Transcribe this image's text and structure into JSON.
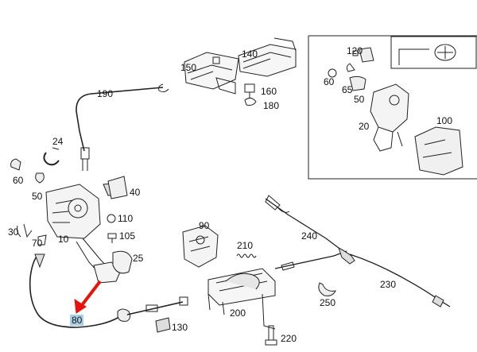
{
  "labels": {
    "l10": "10",
    "l20": "20",
    "l24": "24",
    "l25": "25",
    "l30": "30",
    "l40": "40",
    "l50a": "50",
    "l50b": "50",
    "l60a": "60",
    "l60b": "60",
    "l65": "65",
    "l70": "70",
    "l80": "80",
    "l90": "90",
    "l100": "100",
    "l105": "105",
    "l110": "110",
    "l120": "120",
    "l130": "130",
    "l140": "140",
    "l150": "150",
    "l160": "160",
    "l180": "180",
    "l190": "190",
    "l200": "200",
    "l210": "210",
    "l220": "220",
    "l230": "230",
    "l240": "240",
    "l250": "250"
  },
  "highlight": {
    "part": "80",
    "arrow_color": "#e8120c",
    "highlight_color": "#a9cfe8"
  }
}
